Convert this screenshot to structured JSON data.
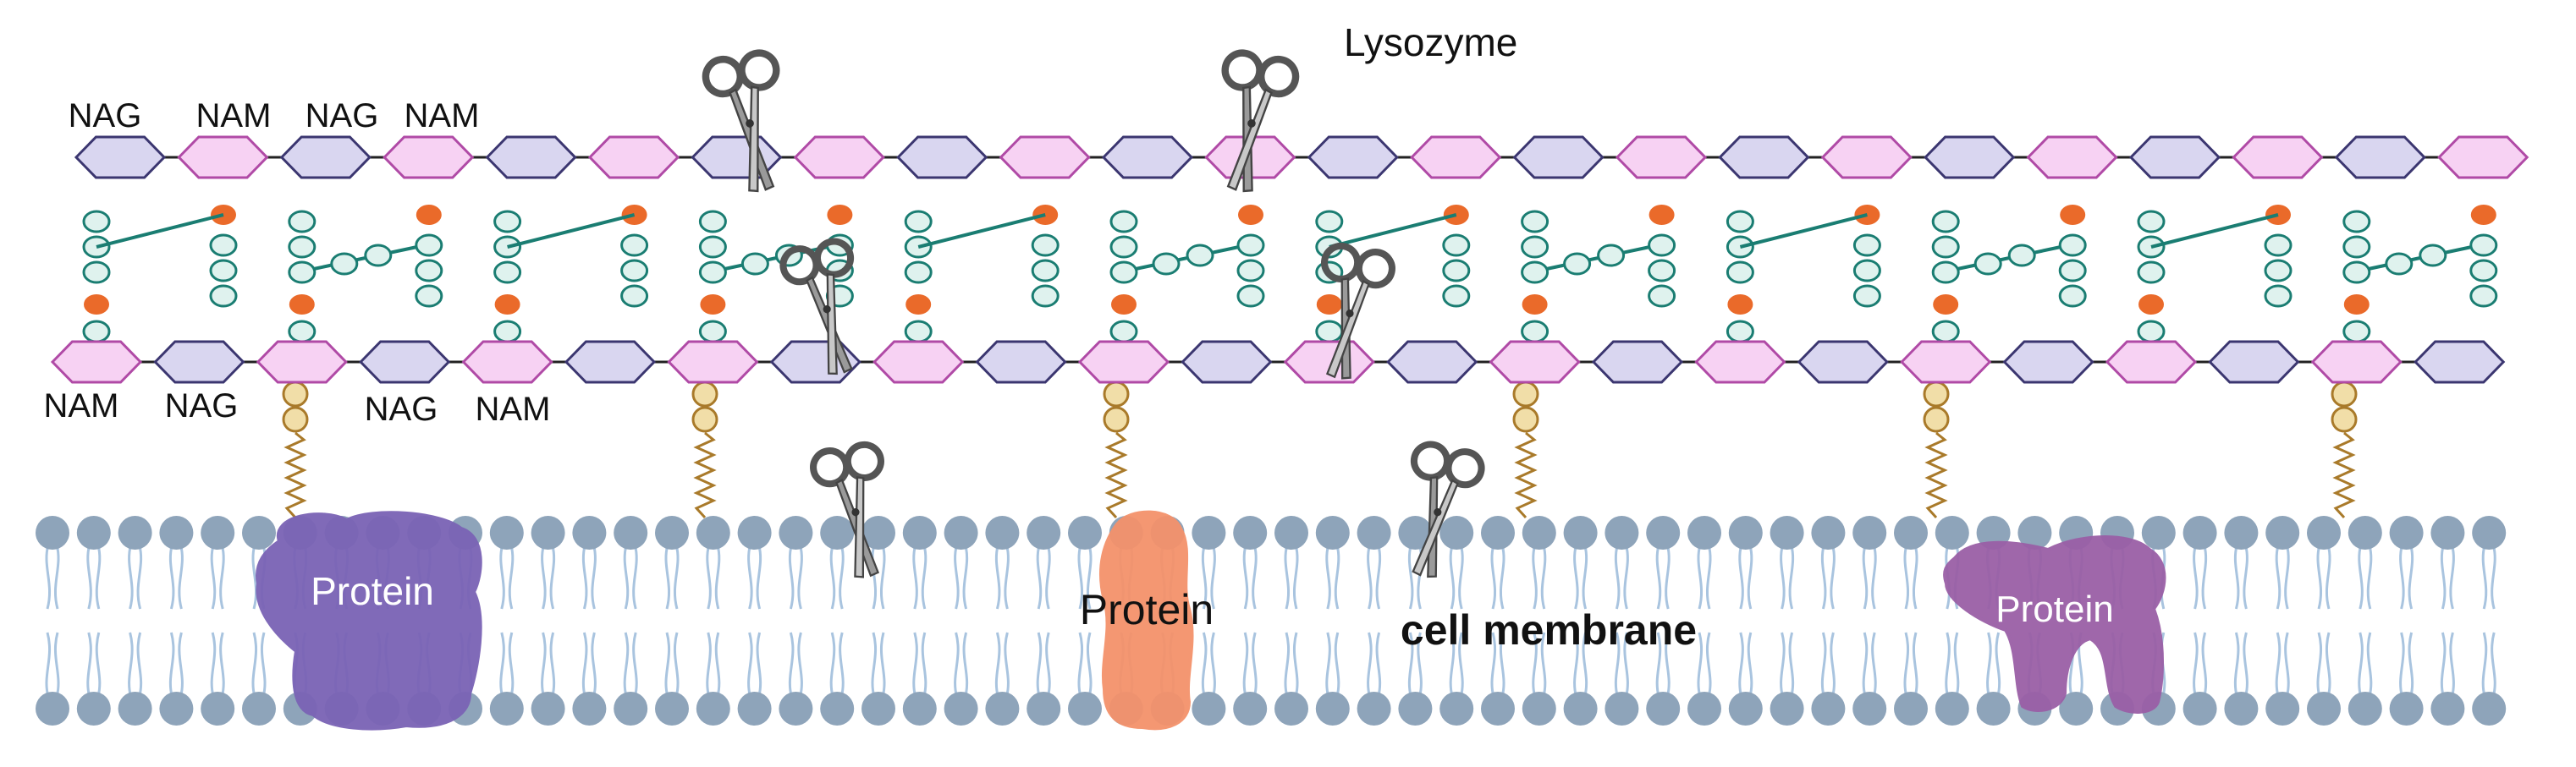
{
  "labels": {
    "top": [
      "NAG",
      "NAM",
      "NAG",
      "NAM"
    ],
    "bottom": [
      "NAM",
      "NAG",
      "NAG",
      "NAM"
    ],
    "enzyme": "Lysozyme",
    "membrane": "cell membrane"
  },
  "proteins": [
    {
      "label": "Protein",
      "color": "#7a63b5"
    },
    {
      "label": "Protein",
      "color": "#f4926b"
    },
    {
      "label": "Protein",
      "color": "#9a5fa6"
    }
  ],
  "colors": {
    "nag_fill": "#d9d6f0",
    "nag_stroke": "#3b3670",
    "nam_fill": "#f7d2f3",
    "nam_stroke": "#b04aa6",
    "peptide_fill": "#dff2ee",
    "peptide_stroke": "#1a7d72",
    "linker_fill": "#ea6a2a",
    "anchor_fill": "#f1dea8",
    "anchor_stroke": "#a97a2a",
    "head_fill": "#8ea4ba",
    "tail": "#a9c4df",
    "scissor": "#555555"
  },
  "icons": [
    "scissors-icon",
    "phospholipid-bilayer",
    "protein-blob"
  ]
}
